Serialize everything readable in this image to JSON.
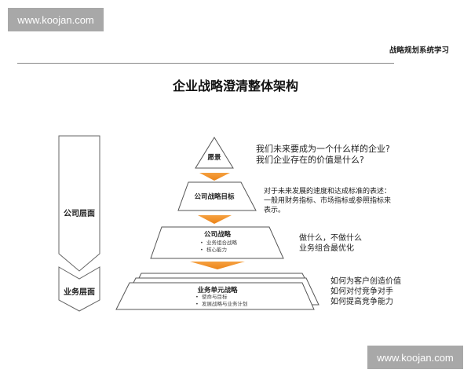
{
  "watermarks": {
    "top_left": "www.koojan.com",
    "bottom_right": "www.koojan.com"
  },
  "header": {
    "series_title": "战略规划系统学习"
  },
  "diagram": {
    "title": "企业战略澄清整体架构",
    "levels": [
      {
        "label": "公司层面"
      },
      {
        "label": "业务层面"
      }
    ],
    "tiers": [
      {
        "name": "愿景",
        "bullets": [],
        "description": [
          "我们未来要成为一个什么样的企业?",
          "我们企业存在的价值是什么?"
        ]
      },
      {
        "name": "公司战略目标",
        "bullets": [],
        "description": [
          "对于未来发展的速度和达成标准的表述：",
          "一般用财务指标、市场指标或参照指标来",
          "表示。"
        ]
      },
      {
        "name": "公司战略",
        "bullets": [
          "业务组合战略",
          "核心能力"
        ],
        "description": [
          "做什么，不做什么",
          "业务组合最优化"
        ]
      },
      {
        "name": "业务单元战略",
        "bullets": [
          "使命与目标",
          "发展战略与业务计划"
        ],
        "description": [
          "如何为客户创造价值",
          "如何对付竞争对手",
          "如何提高竞争能力"
        ]
      }
    ],
    "colors": {
      "arrow": "#f0902a",
      "outline": "#555555",
      "watermark_bg": "#a8a8a8"
    }
  }
}
